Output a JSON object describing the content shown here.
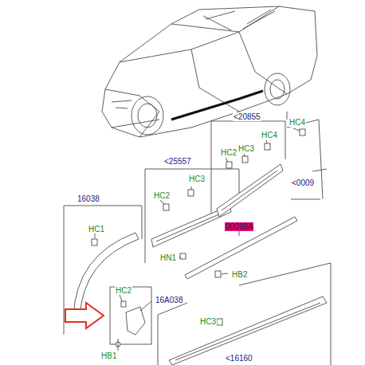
{
  "diagram": {
    "labels": [
      "16038",
      "HC1",
      "<25557",
      "HC2",
      "HC3",
      "<20855",
      "HC2",
      "HC3",
      "HC4",
      "HC4",
      "<0009",
      "00098A",
      "HN1",
      "HB2",
      "HC2",
      "16A038",
      "HB1",
      "HC3",
      "<16160"
    ]
  }
}
